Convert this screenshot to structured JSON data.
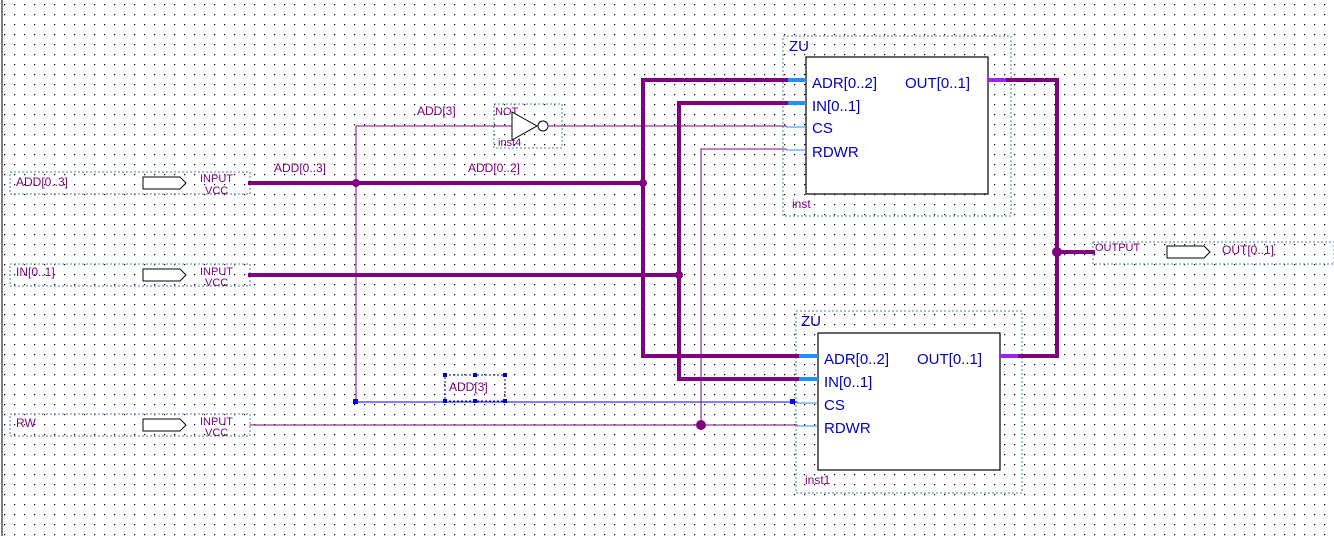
{
  "inputs": [
    {
      "name": "ADD[0..3]",
      "type": "INPUT",
      "default": "VCC"
    },
    {
      "name": "IN[0..1]",
      "type": "INPUT",
      "default": "VCC"
    },
    {
      "name": "RW",
      "type": "INPUT",
      "default": "VCC"
    }
  ],
  "output": {
    "name": "OUT[0..1]",
    "type": "OUTPUT"
  },
  "not_gate": {
    "type": "NOT",
    "instance": "inst4"
  },
  "wire_labels": {
    "add3_top": "ADD[3]",
    "add03": "ADD[0..3]",
    "add02": "ADD[0..2]",
    "add3_bottom": "ADD[3]"
  },
  "components": [
    {
      "title": "ZU",
      "instance": "inst",
      "ports_in": [
        "ADR[0..2]",
        "IN[0..1]",
        "CS",
        "RDWR"
      ],
      "port_out": "OUT[0..1]"
    },
    {
      "title": "ZU",
      "instance": "inst1",
      "ports_in": [
        "ADR[0..2]",
        "IN[0..1]",
        "CS",
        "RDWR"
      ],
      "port_out": "OUT[0..1]"
    }
  ],
  "colors": {
    "wire": "#800080",
    "bus_port": "#1e90ff",
    "port_text": "#0000c0",
    "box_frame": "#4a8a9a",
    "blue_wire": "#0000ff"
  }
}
